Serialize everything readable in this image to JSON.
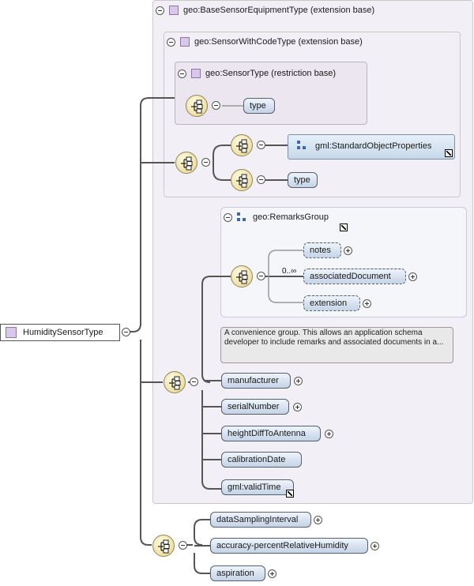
{
  "root_element": {
    "name": "HumiditySensorType"
  },
  "extension_bases": {
    "base_sensor_equipment": {
      "label": "geo:BaseSensorEquipmentType (extension base)"
    },
    "sensor_with_code": {
      "label": "geo:SensorWithCodeType (extension base)"
    },
    "sensor_type": {
      "label": "geo:SensorType (restriction base)"
    }
  },
  "elements": {
    "sensor_type_type": "type",
    "standard_object_properties": "gml:StandardObjectProperties",
    "sensor_with_code_type": "type",
    "notes": "notes",
    "associated_document": "associatedDocument",
    "extension": "extension",
    "manufacturer": "manufacturer",
    "serial_number": "serialNumber",
    "height_diff": "heightDiffToAntenna",
    "calibration_date": "calibrationDate",
    "valid_time": "gml:validTime",
    "data_sampling_interval": "dataSamplingInterval",
    "accuracy": "accuracy-percentRelativeHumidity",
    "aspiration": "aspiration"
  },
  "remarks_group": {
    "label": "geo:RemarksGroup",
    "occurrence": "0..∞",
    "annotation": "A convenience group. This allows an application schema developer to include remarks and associated documents in a..."
  },
  "icons": {
    "type_icon": "complex-type-square-icon",
    "sequence_icon": "sequence-compositor-icon",
    "group_icon": "group-icon",
    "link_icon": "reference-link-icon",
    "collapse_icon": "collapse-minus-icon",
    "expand_icon": "expand-plus-icon"
  }
}
